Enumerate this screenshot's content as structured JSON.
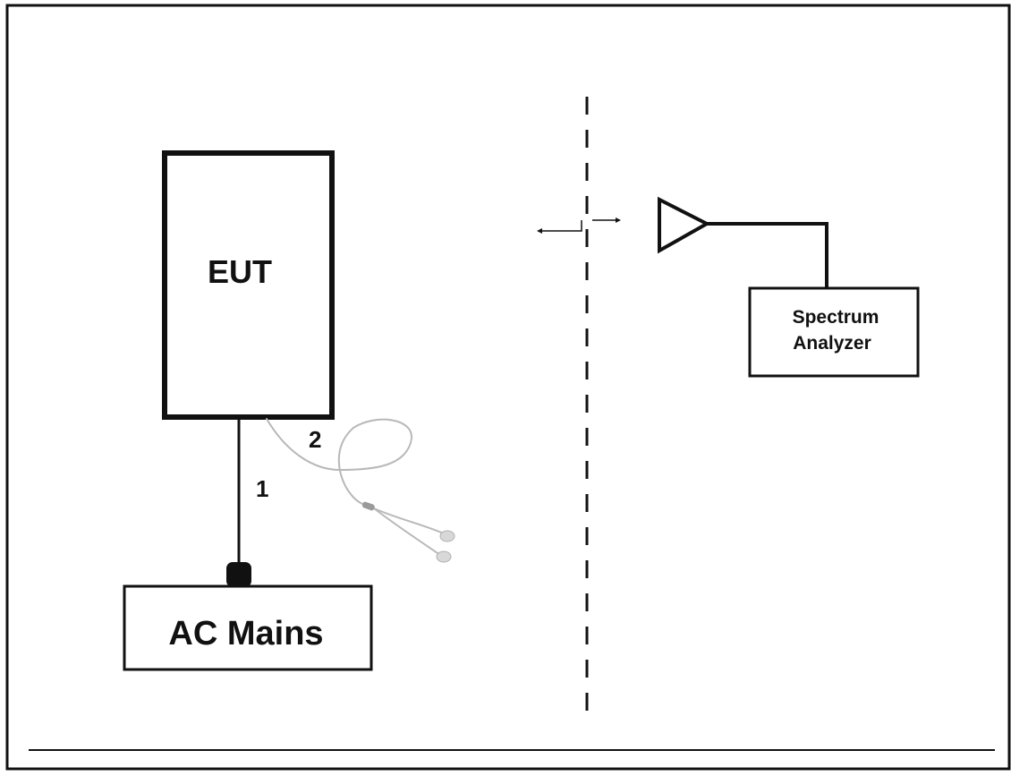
{
  "diagram": {
    "eut_label": "EUT",
    "ac_mains_label": "AC Mains",
    "cable_1_label": "1",
    "cable_2_label": "2",
    "spectrum_analyzer_label_line1": "Spectrum",
    "spectrum_analyzer_label_line2": "Analyzer"
  },
  "colors": {
    "line": "#111111",
    "earphone_cable": "#b8b8b8",
    "background": "#ffffff"
  }
}
